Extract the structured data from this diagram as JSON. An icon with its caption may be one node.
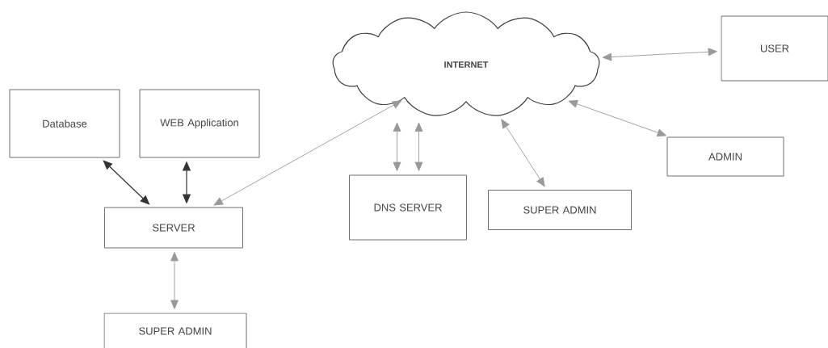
{
  "diagram": {
    "nodes": [
      {
        "text": [
          "INTERNET"
        ]
      },
      {
        "text": [
          "USER"
        ]
      },
      {
        "text": [
          "Database"
        ]
      },
      {
        "text": [
          "WEB Application"
        ]
      },
      {
        "text": [
          "ADMIN"
        ]
      },
      {
        "text": [
          "DNS SERVER"
        ]
      },
      {
        "text": [
          "SUPER ADMIN"
        ]
      },
      {
        "text": [
          "SERVER"
        ]
      },
      {
        "text": [
          "SUPER ADMIN"
        ]
      }
    ],
    "edges": [
      {
        "from": 0,
        "to": 1,
        "arrow": "both"
      },
      {
        "from": 2,
        "to": 7,
        "arrow": "both",
        "color": "#333333"
      },
      {
        "from": 3,
        "to": 7,
        "arrow": "both",
        "color": "#333333"
      },
      {
        "from": 7,
        "to": 0,
        "arrow": "both"
      },
      {
        "from": 0,
        "to": 4,
        "arrow": "both"
      },
      {
        "from": 0,
        "to": 5,
        "arrow": "both"
      },
      {
        "from": 0,
        "to": 5,
        "arrow": "both"
      },
      {
        "from": 0,
        "to": 6,
        "arrow": "both"
      },
      {
        "from": 7,
        "to": 8,
        "arrow": "both"
      }
    ]
  }
}
